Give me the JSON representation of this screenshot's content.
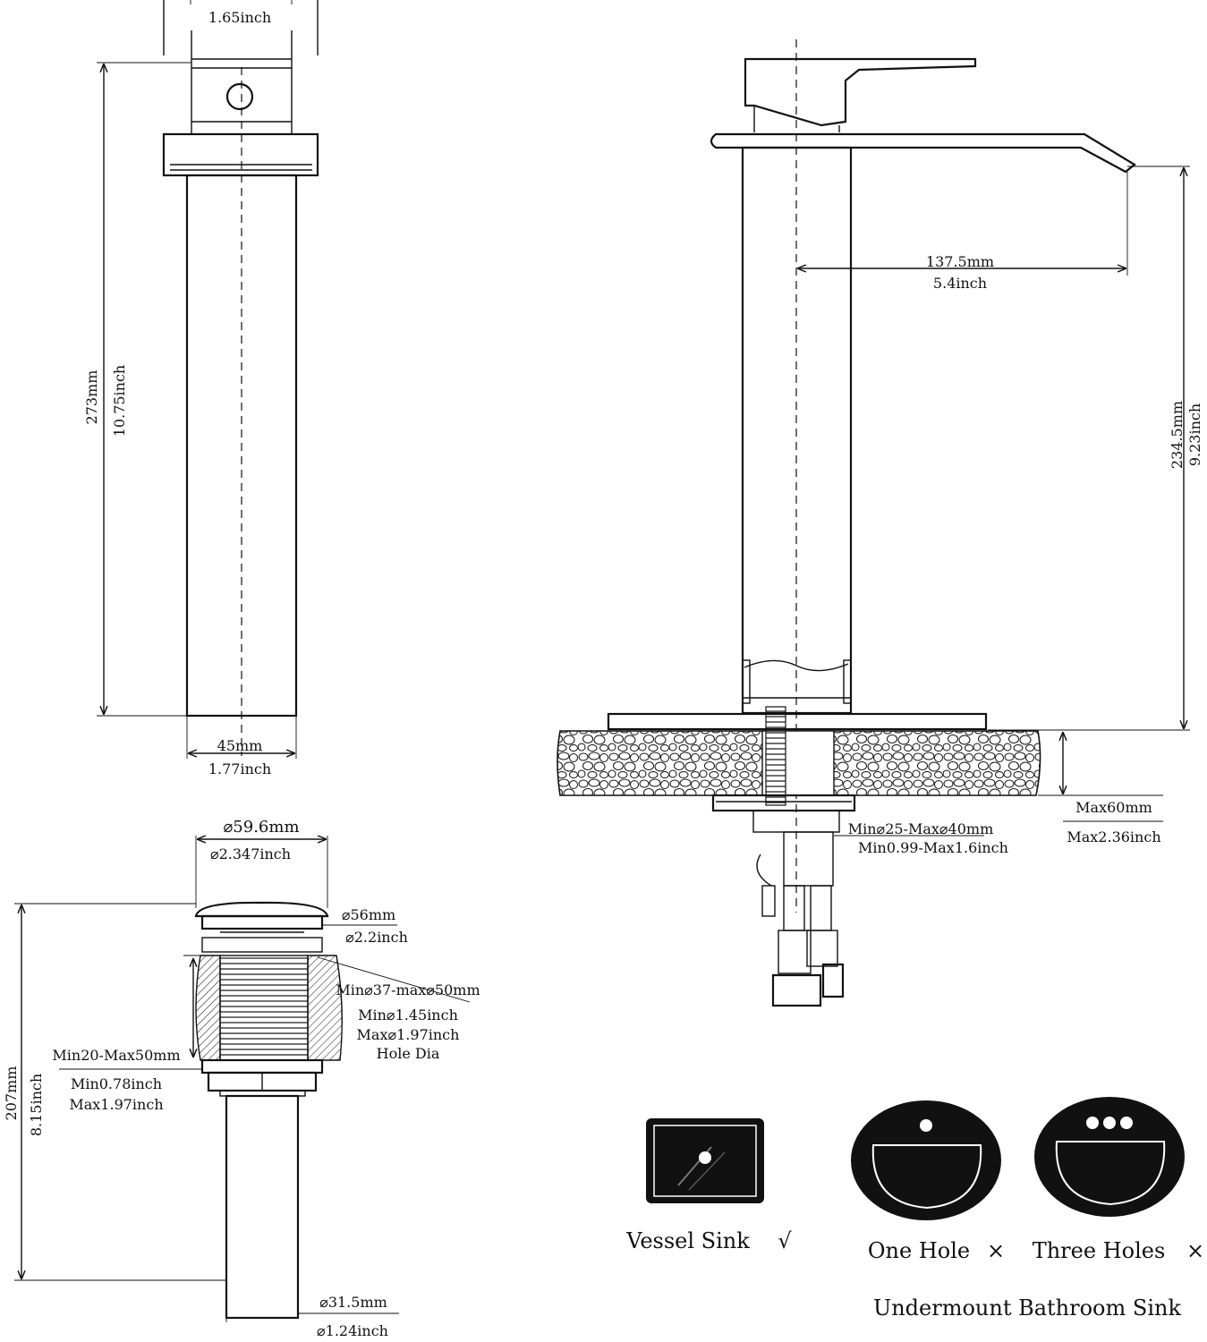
{
  "spout_view": {
    "top_width": "1.65inch",
    "height_mm": "273mm",
    "height_in": "10.75inch",
    "body_width_mm": "45mm",
    "body_width_in": "1.77inch"
  },
  "faucet_view": {
    "reach_mm": "137.5mm",
    "reach_in": "5.4inch",
    "spout_height_mm": "234.5mm",
    "spout_height_in": "9.23inch",
    "hole_mm": "Min⌀25-Max⌀40mm",
    "hole_in": "Min0.99-Max1.6inch",
    "deck_mm": "Max60mm",
    "deck_in": "Max2.36inch"
  },
  "drain_view": {
    "cap_mm": "⌀59.6mm",
    "cap_in": "⌀2.347inch",
    "flange_mm": "⌀56mm",
    "flange_in": "⌀2.2inch",
    "hole_mm": "Min⌀37-max⌀50mm",
    "hole_min_in": "Min⌀1.45inch",
    "hole_max_in": "Max⌀1.97inch",
    "hole_note": "Hole Dia",
    "thick_mm": "Min20-Max50mm",
    "thick_min_in": "Min0.78inch",
    "thick_max_in": "Max1.97inch",
    "height_mm": "207mm",
    "height_in": "8.15inch",
    "pipe_mm": "⌀31.5mm",
    "pipe_in": "⌀1.24inch"
  },
  "sinks": {
    "vessel_label": "Vessel Sink",
    "vessel_mark": "√",
    "one_hole_label": "One Hole",
    "one_hole_mark": "×",
    "three_holes_label": "Three Holes",
    "three_holes_mark": "×",
    "undermount_label": "Undermount Bathroom Sink"
  }
}
